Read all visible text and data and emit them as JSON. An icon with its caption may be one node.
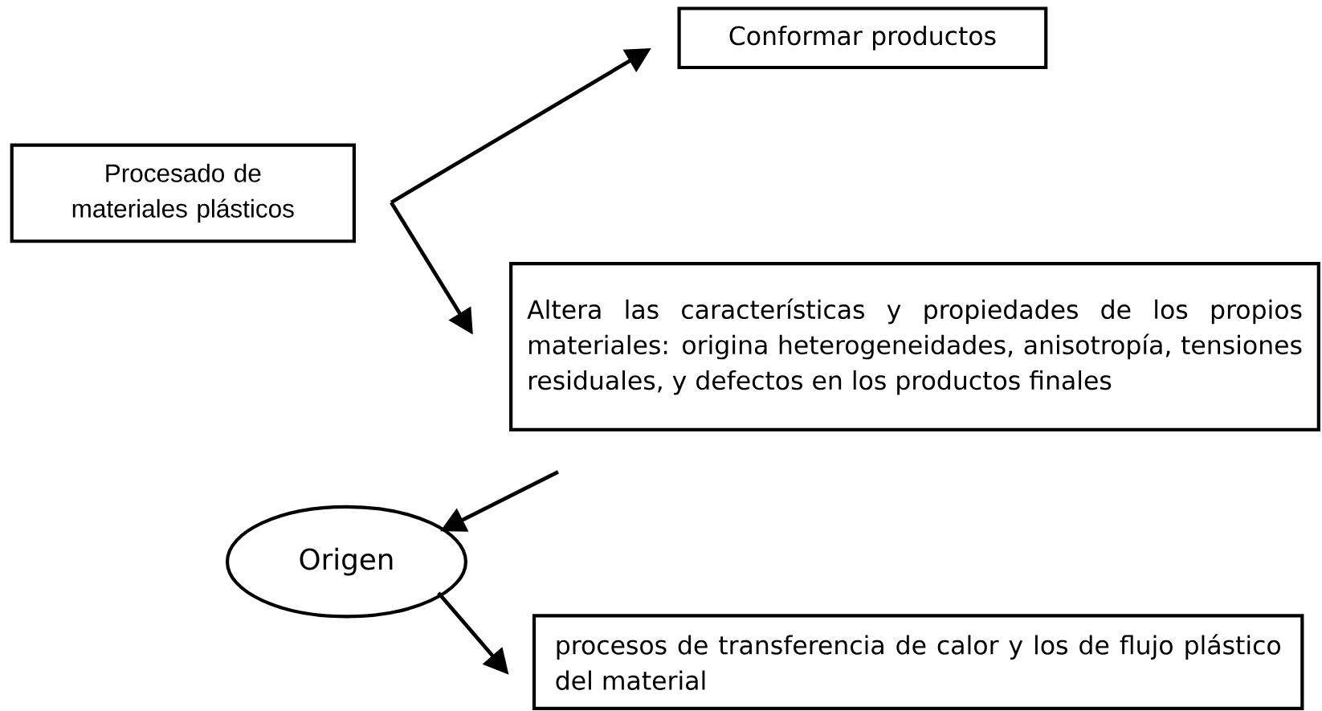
{
  "diagram": {
    "nodes": [
      {
        "text": [
          "Procesado de materiales plásticos"
        ]
      },
      {
        "text": [
          "Conformar productos"
        ]
      },
      {
        "text": [
          "Altera las características y propiedades de los propios materiales: origina heterogeneidades, anisotropía, tensiones residuales, y defectos en los productos finales"
        ]
      },
      {
        "text": [
          "Origen"
        ]
      },
      {
        "text": [
          "procesos de transferencia de calor y los de flujo plástico del material"
        ]
      }
    ],
    "edges": [
      {
        "from": 0,
        "to": 1,
        "arrow": "to"
      },
      {
        "from": 0,
        "to": 2,
        "arrow": "to"
      },
      {
        "from": 2,
        "to": 3,
        "arrow": "to"
      },
      {
        "from": 3,
        "to": 4,
        "arrow": "to"
      }
    ]
  }
}
